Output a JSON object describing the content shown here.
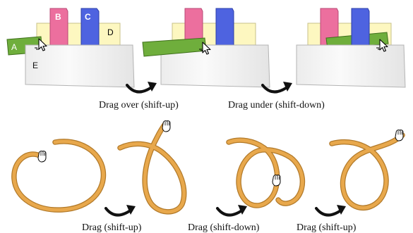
{
  "colors": {
    "paper_a": "#6fae3c",
    "paper_b": "#ec6f9e",
    "paper_c": "#4e63e0",
    "paper_d": "#fdf7c0",
    "paper_e": "#f4f4f4",
    "rope": "#e8a84c",
    "rope_shadow": "#b27a2a",
    "arrow": "#111111"
  },
  "top_row": {
    "labels": {
      "a": "A",
      "b": "B",
      "c": "C",
      "d": "D",
      "e": "E"
    },
    "captions": {
      "drag_over": "Drag over (shift-up)",
      "drag_under": "Drag under (shift-down)"
    }
  },
  "bottom_row": {
    "captions": {
      "first": "Drag (shift-up)",
      "second": "Drag (shift-down)",
      "third": "Drag (shift-up)"
    }
  },
  "icons": [
    "mouse-cursor-icon",
    "grab-hand-icon",
    "curved-arrow-icon"
  ]
}
